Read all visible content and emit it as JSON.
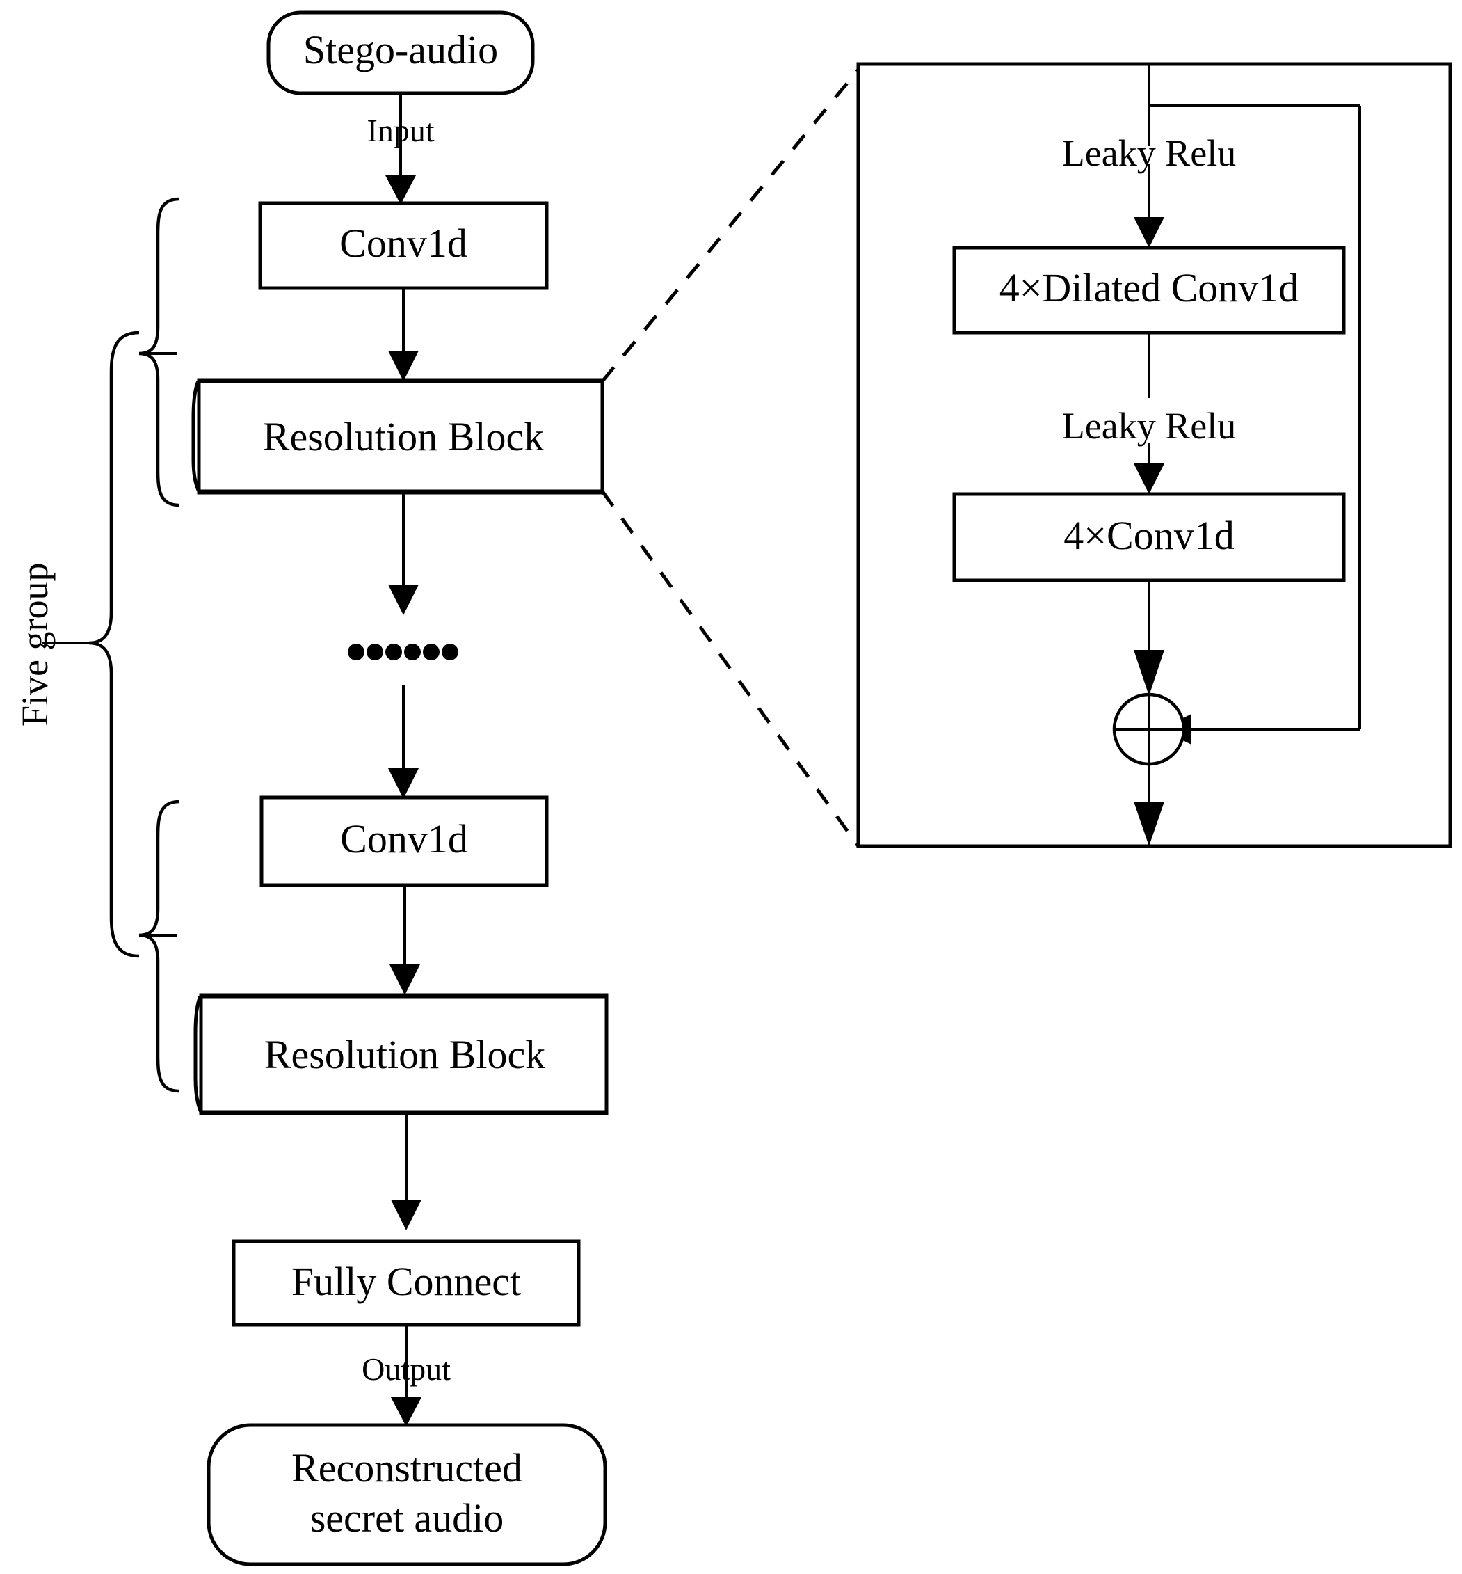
{
  "figure": {
    "title": "Stego-audio extractor network architecture",
    "stroke_color": "#000000",
    "background_color": "#ffffff"
  },
  "main_flow": {
    "input_terminal": "Stego-audio",
    "input_edge_label": "Input",
    "conv1d_top": "Conv1d",
    "resolution_block_top": "Resolution Block",
    "ellipsis": "……",
    "conv1d_bottom": "Conv1d",
    "resolution_block_bottom": "Resolution Block",
    "fully_connect": "Fully Connect",
    "output_edge_label": "Output",
    "output_terminal_line1": "Reconstructed",
    "output_terminal_line2": "secret audio"
  },
  "group_bracket": {
    "label": "Five group"
  },
  "detail_panel": {
    "leaky_relu_top": "Leaky Relu",
    "dilated_conv": "4×Dilated Conv1d",
    "leaky_relu_mid": "Leaky Relu",
    "conv1d": "4×Conv1d",
    "sum_symbol": "⊕"
  }
}
